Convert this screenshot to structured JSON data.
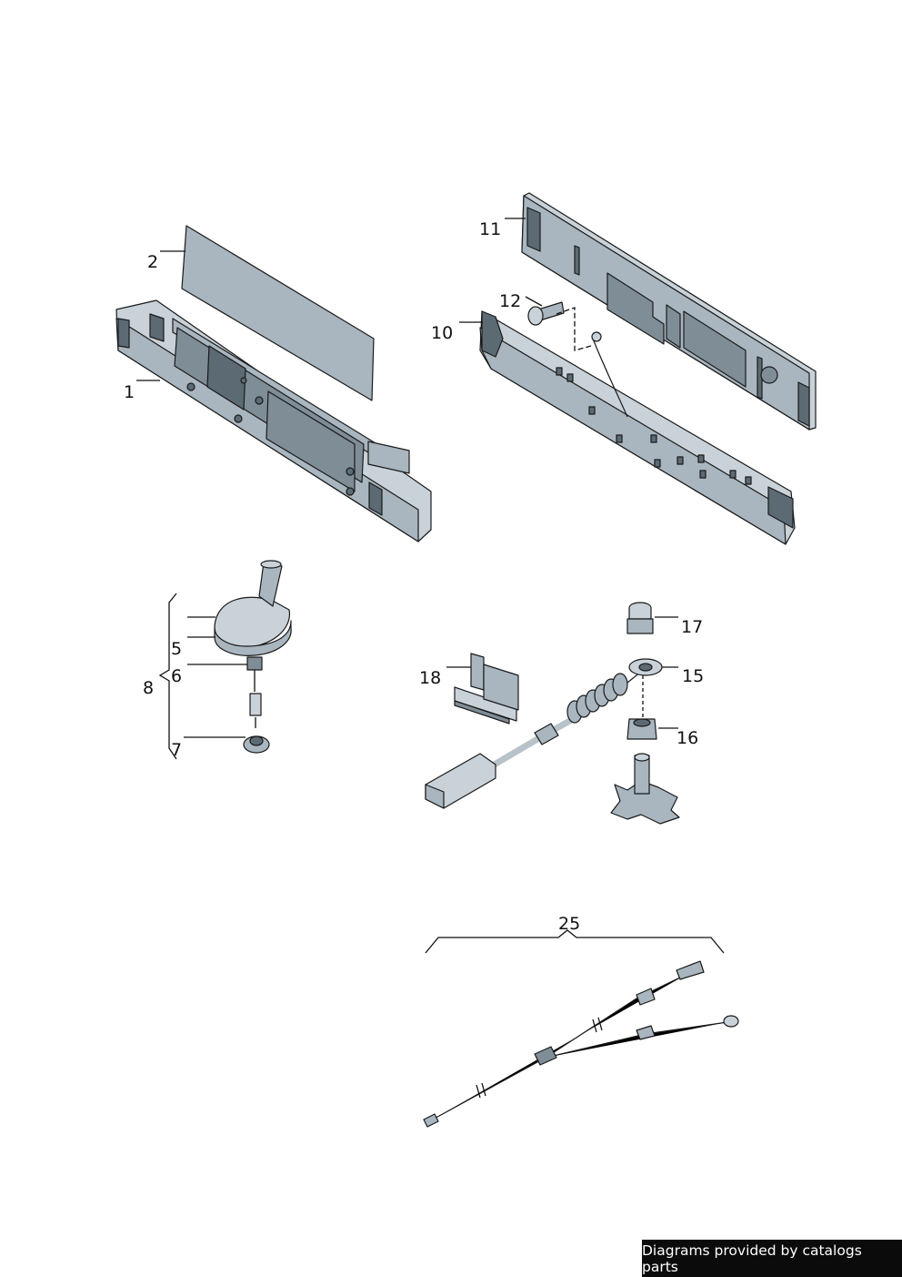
{
  "callouts": {
    "c1": "1",
    "c2": "2",
    "c5": "5",
    "c6": "6",
    "c7": "7",
    "c8": "8",
    "c10": "10",
    "c11": "11",
    "c12": "12",
    "c15": "15",
    "c16": "16",
    "c17": "17",
    "c18": "18",
    "c25": "25"
  },
  "footer": {
    "text": "Diagrams provided by catalogs parts"
  }
}
